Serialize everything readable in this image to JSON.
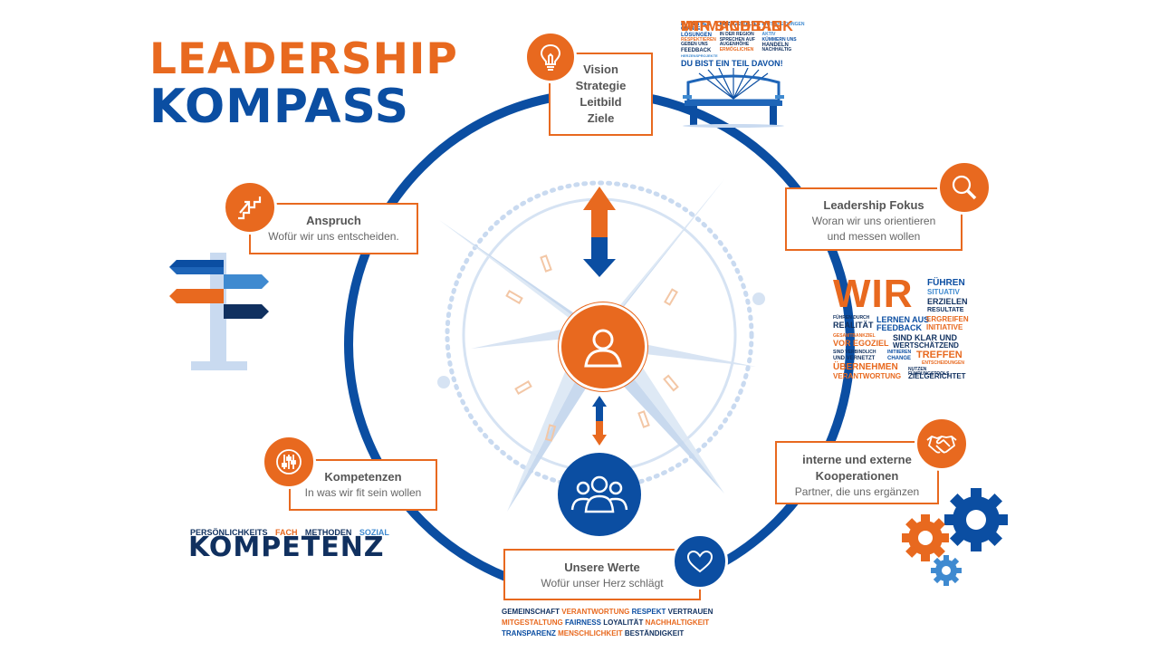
{
  "title": {
    "line1": "LEADERSHIP",
    "line2": "KOMPASS"
  },
  "boxes": {
    "vision": {
      "lines": [
        "Vision",
        "Strategie",
        "Leitbild",
        "Ziele"
      ]
    },
    "anspruch": {
      "title": "Anspruch",
      "subtitle": "Wofür wir uns entscheiden."
    },
    "fokus": {
      "title": "Leadership Fokus",
      "subtitle_lines": [
        "Woran wir uns orientieren",
        "und messen wollen"
      ]
    },
    "kooperation": {
      "title_lines": [
        "interne und externe",
        "Kooperationen"
      ],
      "subtitle": "Partner, die uns ergänzen"
    },
    "kompetenzen": {
      "title": "Kompetenzen",
      "subtitle": "In was wir fit sein wollen"
    },
    "werte": {
      "title": "Unsere Werte",
      "subtitle": "Wofür unser Herz schlägt"
    }
  },
  "kompetenz": {
    "tags": [
      "PERSÖNLICHKEITS",
      "FACH",
      "METHODEN",
      "SOZIAL"
    ],
    "word": "KOMPETENZ"
  },
  "mitmachbank": {
    "title_lines": [
      "WIR SIND DIE",
      "MITMACHBANK"
    ],
    "cells": [
      "NUTZEN DER CHANCE",
      "MITZUGESTALTEN",
      "ENTSCHEIDUNGEN",
      "IN DER REGION",
      "LÖSUNGEN",
      "AKTIV",
      "RESPEKTIEREN",
      "SPRECHEN AUF",
      "AUGENHÖHE",
      "KÜMMERN UNS",
      "GEBEN UNS",
      "FEEDBACK",
      "ERMÖGLICHEN",
      "HERZENSPROJEKTE",
      "HANDELN",
      "NACHHALTIG"
    ],
    "footer": "DU BIST EIN TEIL DAVON!"
  },
  "wir_cloud": {
    "big": "WIR",
    "words": [
      "FÜHREN",
      "SITUATIV",
      "ERZIELEN",
      "RESULTATE",
      "FÜHREN DURCH",
      "REALITÄT",
      "LERNEN AUS",
      "FEEDBACK",
      "ERGREIFEN",
      "INITIATIVE",
      "GESAMTBANKZIEL",
      "VOR",
      "EGOZIEL",
      "SIND KLAR UND",
      "WERTSCHÄTZEND",
      "SIND VERBINDLICH",
      "UND VERNETZT",
      "INITIIEREN",
      "CHANGE",
      "TREFFEN",
      "ENTSCHEIDUNGEN",
      "ÜBERNEHMEN",
      "VERANTWORTUNG",
      "NUTZEN FÜHRUNGSTOOLS",
      "ZIELGERICHTET"
    ]
  },
  "werte_cloud": {
    "words": [
      "GEMEINSCHAFT",
      "VERANTWORTUNG",
      "RESPEKT",
      "VERTRAUEN",
      "MITGESTALTUNG",
      "FAIRNESS",
      "LOYALITÄT",
      "NACHHALTIGKEIT",
      "TRANSPARENZ",
      "MENSCHLICHKEIT",
      "BESTÄNDIGKEIT"
    ]
  },
  "icons": {
    "vision": "lightbulb-icon",
    "anspruch": "stairs-icon",
    "fokus": "magnifier-icon",
    "kooperation": "handshake-icon",
    "kompetenzen": "sliders-icon",
    "werte": "heart-icon",
    "center": "person-icon",
    "team": "group-icon",
    "signpost": "signpost-icon",
    "gears": "gears-icon",
    "bench": "bench-icon"
  },
  "colors": {
    "orange": "#e8691f",
    "blue": "#0b4ea2",
    "navy": "#10305f",
    "light_blue": "#c9daf0"
  }
}
